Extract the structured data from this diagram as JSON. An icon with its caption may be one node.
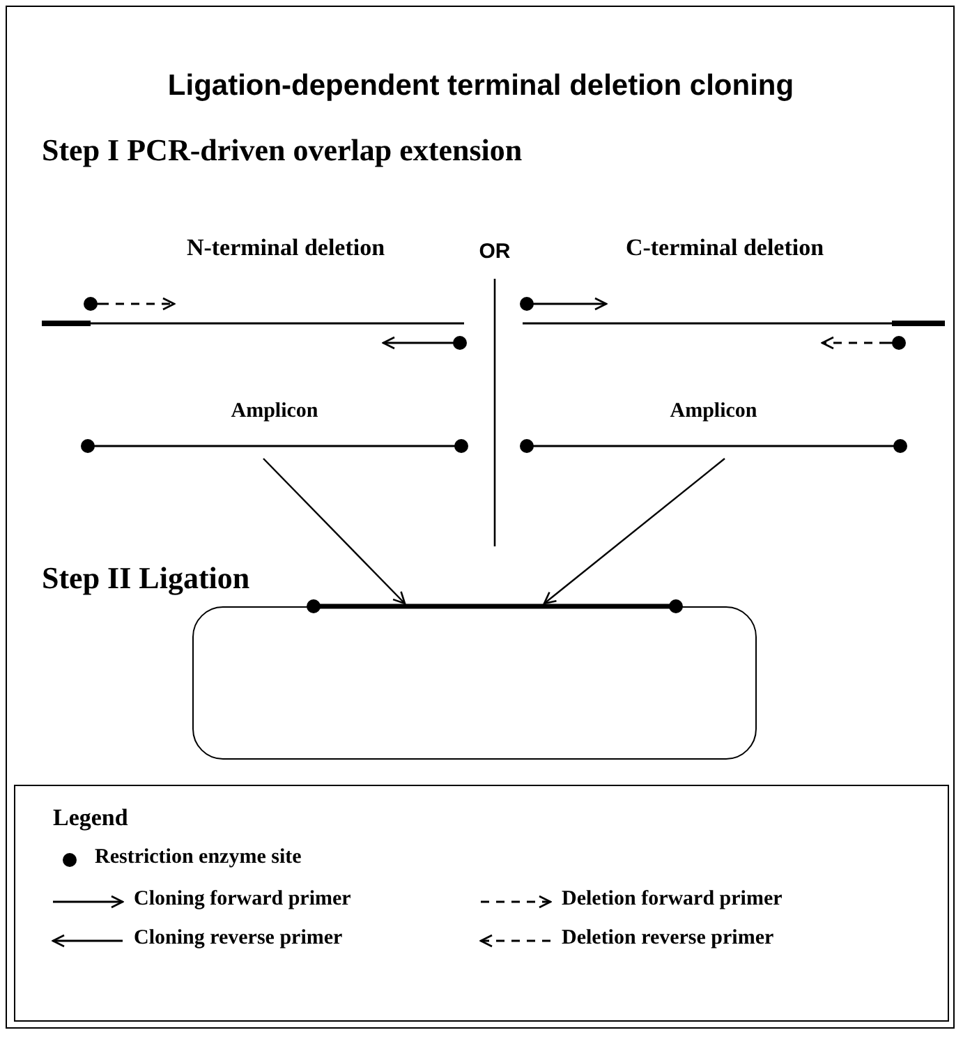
{
  "diagram": {
    "title": "Ligation-dependent terminal deletion cloning",
    "nodes": [
      {
        "text": [
          "Amplicon"
        ]
      },
      {
        "text": [
          "Amplicon"
        ]
      },
      {
        "text": [],
        "shape": "box"
      }
    ],
    "edges": [
      {
        "from": 0,
        "to": 2,
        "arrow": "to"
      },
      {
        "from": 1,
        "to": 2,
        "arrow": "to"
      }
    ],
    "labels": [
      "Step I  PCR-driven overlap extension",
      "N-terminal deletion",
      "OR",
      "C-terminal deletion",
      "Step II Ligation",
      "Legend"
    ],
    "legend": [
      {
        "text": "Restriction enzyme site"
      },
      {
        "text": "Cloning forward primer"
      },
      {
        "text": "Deletion forward primer"
      },
      {
        "text": "Cloning reverse primer"
      },
      {
        "text": "Deletion reverse primer"
      }
    ]
  }
}
